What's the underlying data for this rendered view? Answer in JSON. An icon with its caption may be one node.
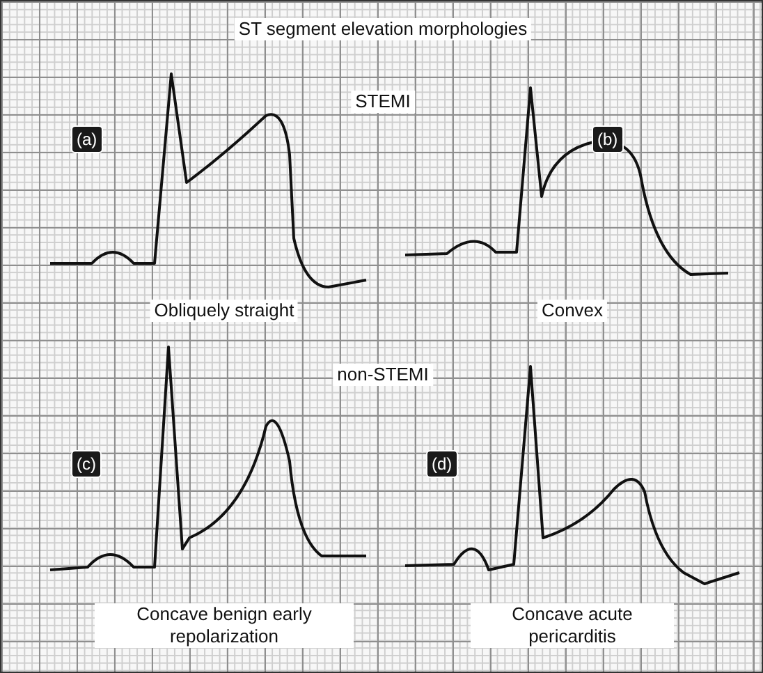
{
  "diagram": {
    "title": "ST segment elevation morphologies",
    "labels": [
      "STEMI",
      "(a)",
      "(b)",
      "Obliquely straight",
      "Convex",
      "non-STEMI",
      "(c)",
      "(d)",
      "Concave benign early repolarization",
      "Concave acute pericarditis"
    ]
  }
}
